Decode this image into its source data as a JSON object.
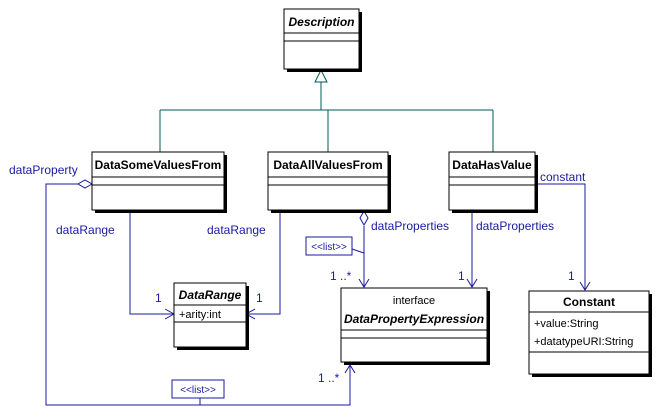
{
  "classes": {
    "description": {
      "name": "Description"
    },
    "data_some_values_from": {
      "name": "DataSomeValuesFrom"
    },
    "data_all_values_from": {
      "name": "DataAllValuesFrom"
    },
    "data_has_value": {
      "name": "DataHasValue"
    },
    "data_range": {
      "name": "DataRange",
      "attributes": [
        "+arity:int"
      ]
    },
    "data_property_expression": {
      "stereotype": "interface",
      "name": "DataPropertyExpression"
    },
    "constant": {
      "name": "Constant",
      "attributes": [
        "+value:String",
        "+datatypeURI:String"
      ]
    }
  },
  "roles": {
    "data_property": "dataProperty",
    "data_range_some": "dataRange",
    "data_range_all": "dataRange",
    "data_properties_all": "dataProperties",
    "data_properties_has": "dataProperties",
    "constant": "constant"
  },
  "multiplicities": {
    "data_range_some": "1",
    "data_range_all": "1",
    "dpe_from_all": "1 ..*",
    "dpe_from_has": "1",
    "constant": "1",
    "dpe_from_some": "1 ..*"
  },
  "notes": {
    "list_upper": "<<list>>",
    "list_lower": "<<list>>"
  }
}
